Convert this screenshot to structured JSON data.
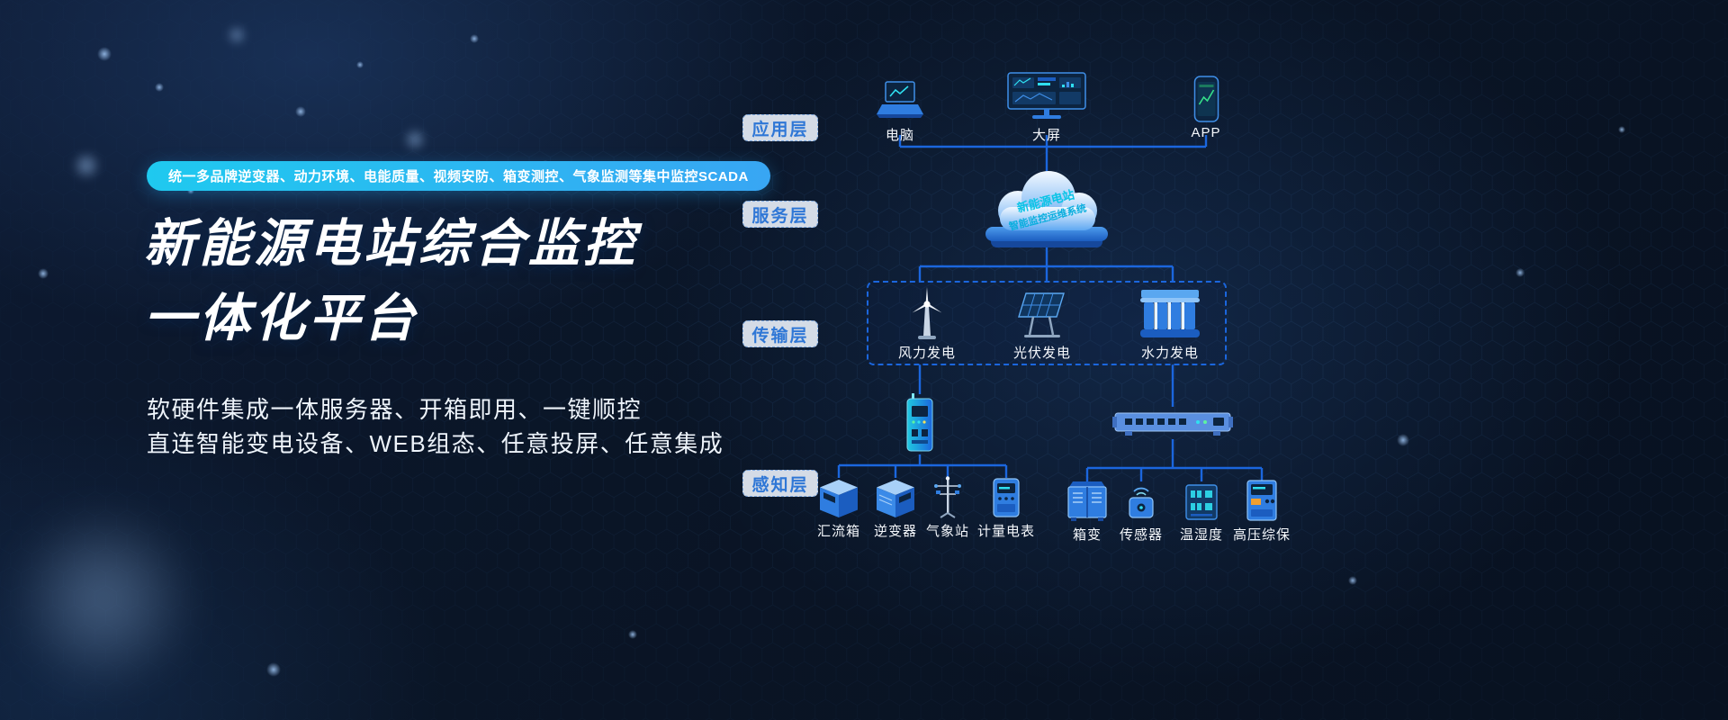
{
  "hero": {
    "ribbon": "统一多品牌逆变器、动力环境、电能质量、视频安防、箱变测控、气象监测等集中监控SCADA",
    "title_line1": "新能源电站综合监控",
    "title_line2": "一体化平台",
    "subtitle_line1": "软硬件集成一体服务器、开箱即用、一键顺控",
    "subtitle_line2": "直连智能变电设备、WEB组态、任意投屏、任意集成"
  },
  "diagram": {
    "layers": [
      {
        "label": "应用层"
      },
      {
        "label": "服务层"
      },
      {
        "label": "传输层"
      },
      {
        "label": "感知层"
      }
    ],
    "application": [
      {
        "label": "电脑"
      },
      {
        "label": "大屏"
      },
      {
        "label": "APP"
      }
    ],
    "cloud": {
      "line1": "新能源电站",
      "line2": "智能监控运维系统"
    },
    "transmission": [
      {
        "label": "风力发电"
      },
      {
        "label": "光伏发电"
      },
      {
        "label": "水力发电"
      }
    ],
    "perception_left": [
      {
        "label": "汇流箱"
      },
      {
        "label": "逆变器"
      },
      {
        "label": "气象站"
      },
      {
        "label": "计量电表"
      }
    ],
    "perception_right": [
      {
        "label": "箱变"
      },
      {
        "label": "传感器"
      },
      {
        "label": "温湿度"
      },
      {
        "label": "高压综保"
      }
    ]
  },
  "colors": {
    "accent_cyan": "#1fc9ef",
    "accent_blue": "#1b66dd",
    "line_blue": "#1b66dd",
    "background": "#0a1526",
    "layer_pill_text": "#2f77d6"
  }
}
